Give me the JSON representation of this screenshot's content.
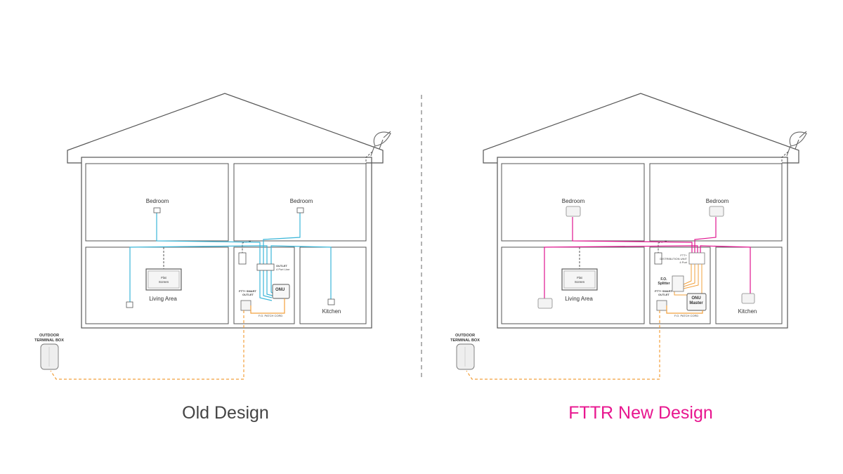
{
  "colors": {
    "outline": "#555555",
    "old_cable": "#3bb6d8",
    "new_cable": "#e0158f",
    "fiber": "#f2a03c",
    "old_title": "#444444",
    "new_title": "#e8168f"
  },
  "old": {
    "title": "Old Design",
    "bedroom_left": "Bedroom",
    "bedroom_right": "Bedroom",
    "living_area": "Living Area",
    "kitchen": "Kitchen",
    "flat_screen_1": "Flat",
    "flat_screen_2": "Screen",
    "smart_outlet_1": "FTT+ SMART",
    "smart_outlet_2": "OUTLET",
    "outlet_1": "OUTLET",
    "outlet_2": "4 Port Line",
    "onu": "ONU",
    "patch_cord": "F.O. PATCH CORD",
    "terminal_1": "OUTDOOR",
    "terminal_2": "TERMINAL BOX"
  },
  "new": {
    "title": "FTTR New Design",
    "bedroom_left": "Bedroom",
    "bedroom_right": "Bedroom",
    "living_area": "Living Area",
    "kitchen": "Kitchen",
    "flat_screen_1": "Flat",
    "flat_screen_2": "Screen",
    "smart_outlet_1": "FTT+ SMART",
    "smart_outlet_2": "OUTLET",
    "distribution_1": "FTT+",
    "distribution_2": "DISTRIBUTION UNIT",
    "distribution_3": "4 Port",
    "splitter_1": "F.O.",
    "splitter_2": "Splitter",
    "onu_1": "ONU",
    "onu_2": "Master",
    "patch_cord": "F.O. PATCH CORD",
    "terminal_1": "OUTDOOR",
    "terminal_2": "TERMINAL BOX"
  }
}
